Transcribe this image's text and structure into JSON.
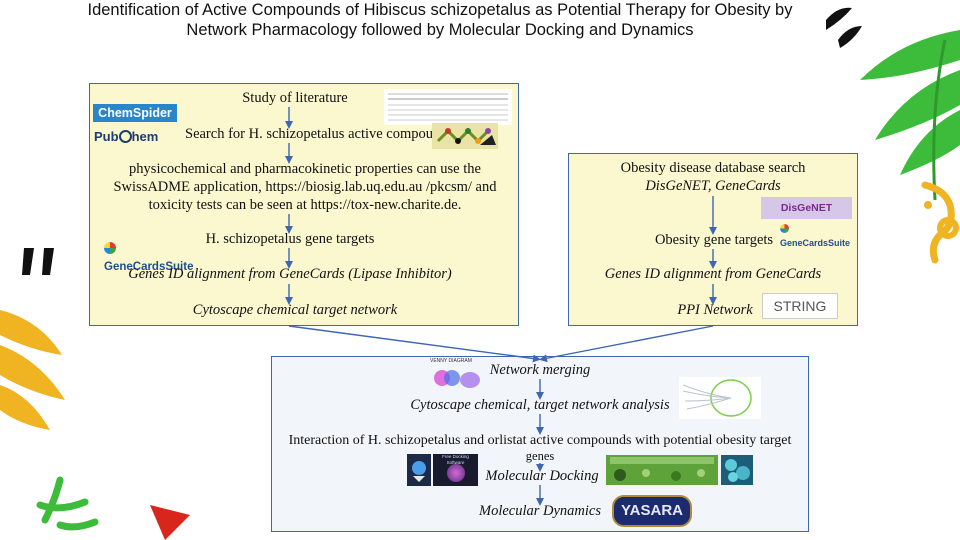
{
  "title": {
    "line1": "Identification of Active Compounds of Hibiscus schizopetalus as Potential Therapy for Obesity by",
    "line2": "Network Pharmacology followed by Molecular Docking and Dynamics"
  },
  "left_panel": {
    "step1": "Study of literature",
    "step2": "Search for H. schizopetalus active compounds",
    "step3": "physicochemical and pharmacokinetic properties can use the SwissADME application, https://biosig.lab.uq.edu.au /pkcsm/ and toxicity tests can be seen at https://tox-new.charite.de.",
    "step4": "H. schizopetalus gene targets",
    "step5": "Genes ID alignment from GeneCards (Lipase Inhibitor)",
    "step6": "Cytoscape chemical target network"
  },
  "right_panel": {
    "step1_line1": "Obesity disease database search",
    "step1_line2": "DisGeNET, GeneCards",
    "step2": "Obesity gene targets",
    "step3": "Genes ID alignment from GeneCards",
    "step4": "PPI Network"
  },
  "bottom_panel": {
    "step1": "Network merging",
    "step2": "Cytoscape chemical, target network analysis",
    "step3_line1": "Interaction of H. schizopetalus and orlistat active compounds with potential obesity target",
    "step3_line2": "genes",
    "step4": "Molecular Docking",
    "step5": "Molecular Dynamics"
  },
  "logos": {
    "chemspider": "ChemSpider",
    "pubchem_a": "Pub",
    "pubchem_b": "hem",
    "genecards": "GeneCardsSuite",
    "disgenet": "DisGeNET",
    "string": "STRING",
    "yasara": "YASARA",
    "venny": "VENNY DIAGRAM",
    "free_docking": "Free Docking Software"
  },
  "colors": {
    "box_border": "#3f66b0",
    "arrow": "#3f66b0",
    "left_fill": "#fbf7cf",
    "right_fill": "#fbf7cf",
    "bottom_fill": "#f2f6fa",
    "chemspider_bg": "#2a86c8",
    "leaf_green": "#3dbb3a",
    "leaf_yellow": "#f0b321",
    "accent_red": "#d8261c"
  }
}
